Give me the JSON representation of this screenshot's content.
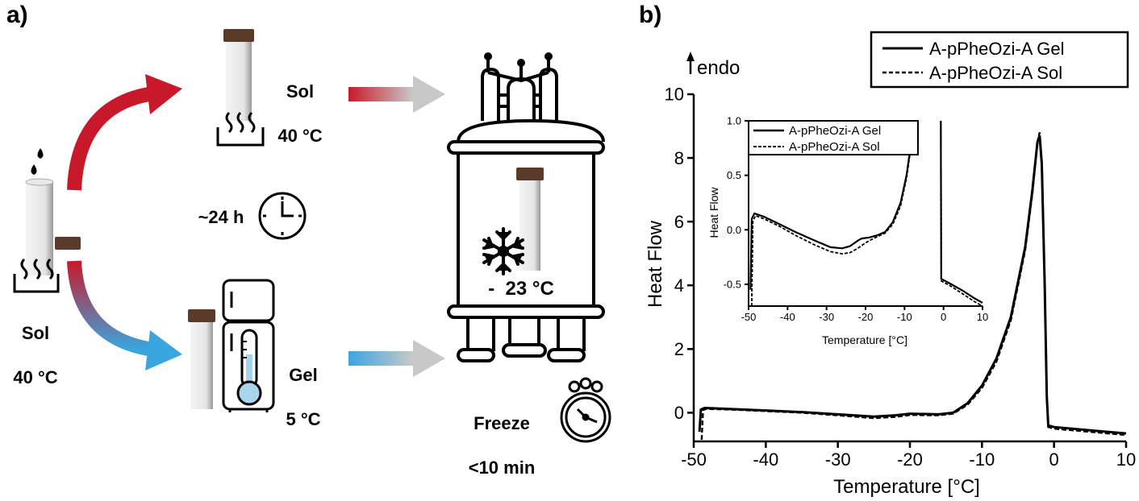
{
  "panel_a": {
    "letter": "a)",
    "sol_start": {
      "line1": "Sol",
      "line2": "40 °C"
    },
    "sol_warm": {
      "line1": "Sol",
      "line2": "40 °C"
    },
    "time": "~24 h",
    "gel": {
      "line1": "Gel",
      "line2": "5 °C"
    },
    "freezer_temp": "-  23 °C",
    "freeze": {
      "line1": "Freeze",
      "line2": "<10 min"
    },
    "colors": {
      "warm": "#c8192a",
      "cold": "#3aa6e0",
      "arrow_grey": "#c8c8c8"
    },
    "icons": [
      "droplet-icon",
      "test-tube-icon",
      "heat-icon",
      "fridge-icon",
      "thermometer-icon",
      "clock-icon",
      "freeze-dryer-icon",
      "snowflake-icon",
      "stopwatch-icon"
    ]
  },
  "chart_data": [
    {
      "type": "line",
      "panel_label": "b)",
      "xlabel": "Temperature [°C]",
      "ylabel": "Heat Flow",
      "annotation": "endo",
      "xlim": [
        -50,
        10
      ],
      "ylim": [
        -0.9,
        10
      ],
      "xticks": [
        -50,
        -40,
        -30,
        -20,
        -10,
        0,
        10
      ],
      "yticks": [
        0,
        2,
        4,
        6,
        8,
        10
      ],
      "grid": false,
      "legend_position": "top-right",
      "series": [
        {
          "name": "A-pPheOzi-A Gel",
          "style": "solid",
          "points": [
            [
              -49.2,
              -0.6
            ],
            [
              -49,
              0.1
            ],
            [
              -48.5,
              0.15
            ],
            [
              -45,
              0.12
            ],
            [
              -40,
              0.07
            ],
            [
              -35,
              0.02
            ],
            [
              -30,
              -0.05
            ],
            [
              -25,
              -0.12
            ],
            [
              -22,
              -0.08
            ],
            [
              -20,
              -0.03
            ],
            [
              -16,
              -0.05
            ],
            [
              -14,
              0.0
            ],
            [
              -12,
              0.3
            ],
            [
              -10,
              0.85
            ],
            [
              -8,
              1.7
            ],
            [
              -6,
              3.0
            ],
            [
              -4,
              5.2
            ],
            [
              -3,
              7.0
            ],
            [
              -2.3,
              8.5
            ],
            [
              -2,
              8.7
            ],
            [
              -1.7,
              7.8
            ],
            [
              -1.3,
              4.0
            ],
            [
              -1,
              0.5
            ],
            [
              -0.8,
              -0.4
            ],
            [
              0,
              -0.45
            ],
            [
              5,
              -0.55
            ],
            [
              10,
              -0.65
            ]
          ]
        },
        {
          "name": "A-pPheOzi-A Sol",
          "style": "dashed",
          "points": [
            [
              -48.9,
              -0.85
            ],
            [
              -48.7,
              0.08
            ],
            [
              -48.3,
              0.12
            ],
            [
              -45,
              0.1
            ],
            [
              -40,
              0.05
            ],
            [
              -35,
              0.0
            ],
            [
              -30,
              -0.08
            ],
            [
              -25,
              -0.17
            ],
            [
              -22,
              -0.13
            ],
            [
              -20,
              -0.07
            ],
            [
              -16,
              -0.08
            ],
            [
              -14,
              -0.03
            ],
            [
              -12,
              0.25
            ],
            [
              -10,
              0.78
            ],
            [
              -8,
              1.6
            ],
            [
              -6,
              2.9
            ],
            [
              -4,
              5.1
            ],
            [
              -3,
              6.9
            ],
            [
              -2.3,
              8.5
            ],
            [
              -2,
              8.8
            ],
            [
              -1.7,
              7.9
            ],
            [
              -1.3,
              4.1
            ],
            [
              -1,
              0.6
            ],
            [
              -0.8,
              -0.45
            ],
            [
              0,
              -0.5
            ],
            [
              5,
              -0.6
            ],
            [
              10,
              -0.7
            ]
          ]
        }
      ]
    },
    {
      "type": "line",
      "panel_label": "inset",
      "xlabel": "Temperature [°C]",
      "ylabel": "Heat Flow",
      "xlim": [
        -50,
        10
      ],
      "ylim": [
        -0.7,
        1.0
      ],
      "xticks": [
        -50,
        -40,
        -30,
        -20,
        -10,
        0,
        10
      ],
      "yticks": [
        -0.5,
        0.0,
        0.5,
        1.0
      ],
      "grid": false,
      "legend_position": "top-left",
      "series": [
        {
          "name": "A-pPheOzi-A Gel",
          "style": "solid",
          "points": [
            [
              -49.5,
              -0.55
            ],
            [
              -49.2,
              0.1
            ],
            [
              -48.5,
              0.15
            ],
            [
              -46,
              0.12
            ],
            [
              -42,
              0.05
            ],
            [
              -38,
              -0.02
            ],
            [
              -33,
              -0.1
            ],
            [
              -29,
              -0.16
            ],
            [
              -26,
              -0.17
            ],
            [
              -24,
              -0.15
            ],
            [
              -22,
              -0.1
            ],
            [
              -21,
              -0.08
            ],
            [
              -19,
              -0.07
            ],
            [
              -17,
              -0.05
            ],
            [
              -15,
              -0.02
            ],
            [
              -13,
              0.07
            ],
            [
              -11,
              0.25
            ],
            [
              -9.5,
              0.5
            ],
            [
              -8.5,
              0.75
            ],
            [
              -7.8,
              1.0
            ]
          ]
        },
        {
          "name": "A-pPheOzi-A Sol",
          "style": "dashed",
          "points": [
            [
              -49.2,
              -0.7
            ],
            [
              -48.9,
              0.08
            ],
            [
              -48.2,
              0.13
            ],
            [
              -46,
              0.1
            ],
            [
              -42,
              0.03
            ],
            [
              -38,
              -0.05
            ],
            [
              -33,
              -0.14
            ],
            [
              -29,
              -0.2
            ],
            [
              -26,
              -0.22
            ],
            [
              -24,
              -0.21
            ],
            [
              -22,
              -0.17
            ],
            [
              -20,
              -0.12
            ],
            [
              -18,
              -0.08
            ],
            [
              -15,
              -0.03
            ],
            [
              -13,
              0.05
            ],
            [
              -11,
              0.22
            ],
            [
              -9.5,
              0.47
            ],
            [
              -8.5,
              0.72
            ],
            [
              -7.7,
              1.0
            ]
          ]
        },
        {
          "name": "A-pPheOzi-A Gel",
          "style": "solid",
          "points": [
            [
              -0.7,
              1.0
            ],
            [
              -0.6,
              -0.45
            ],
            [
              2,
              -0.5
            ],
            [
              5,
              -0.56
            ],
            [
              8,
              -0.63
            ],
            [
              10,
              -0.67
            ]
          ]
        },
        {
          "name": "A-pPheOzi-A Sol",
          "style": "dashed",
          "points": [
            [
              -0.65,
              1.0
            ],
            [
              -0.55,
              -0.47
            ],
            [
              2,
              -0.52
            ],
            [
              5,
              -0.59
            ],
            [
              8,
              -0.66
            ],
            [
              10,
              -0.7
            ]
          ]
        }
      ]
    }
  ]
}
